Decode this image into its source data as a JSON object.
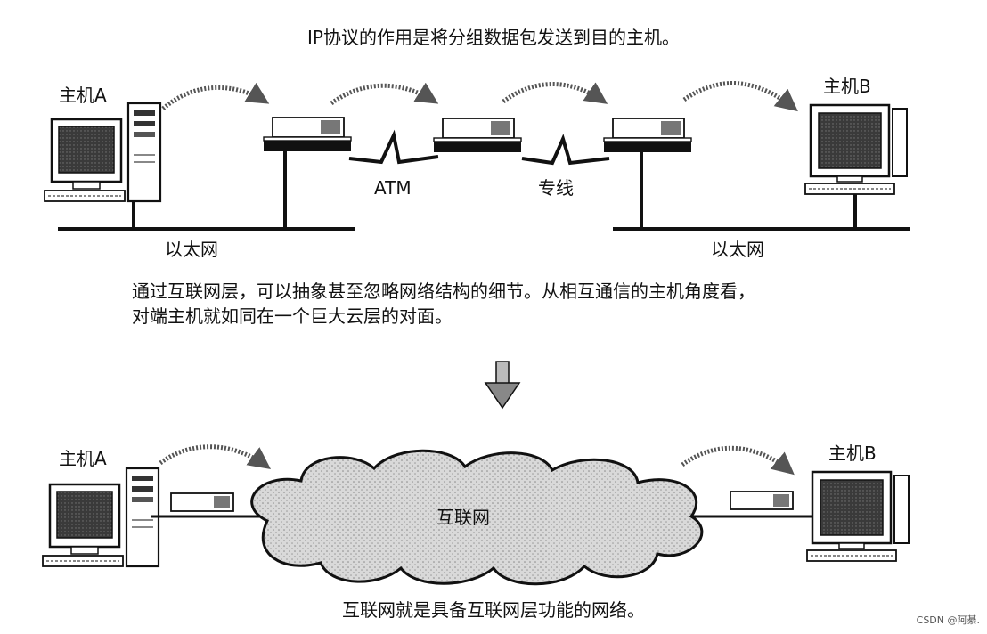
{
  "title": "IP协议的作用是将分组数据包发送到目的主机。",
  "top": {
    "host_a": "主机A",
    "host_b": "主机B",
    "ethernet_left": "以太网",
    "ethernet_right": "以太网",
    "atm": "ATM",
    "leased_line": "专线"
  },
  "middle_text": {
    "line1": "通过互联网层，可以抽象甚至忽略网络结构的细节。从相互通信的主机角度看，",
    "line2": "对端主机就如同在一个巨大云层的对面。"
  },
  "bottom": {
    "host_a": "主机A",
    "host_b": "主机B",
    "cloud": "互联网"
  },
  "bottom_caption": "互联网就是具备互联网层功能的网络。",
  "watermark": "CSDN @阿綦."
}
